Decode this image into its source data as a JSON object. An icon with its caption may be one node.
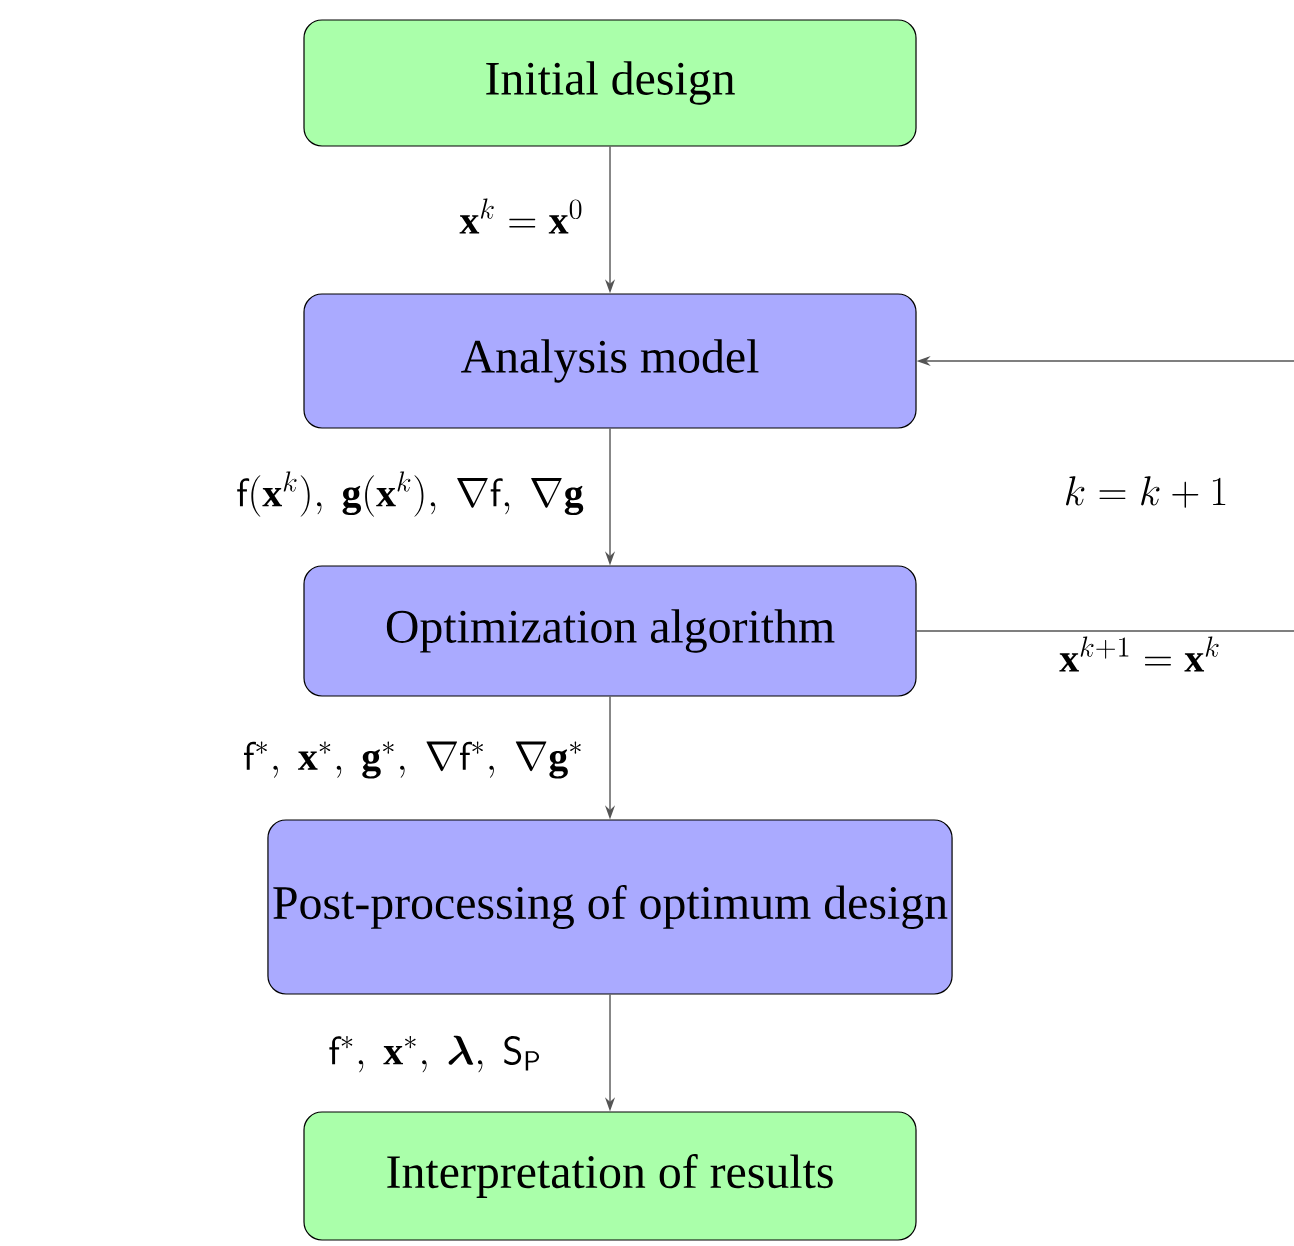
{
  "diagram": {
    "nodes": [
      {
        "text": [
          "Initial design"
        ]
      },
      {
        "text": [
          "Analysis model"
        ]
      },
      {
        "text": [
          "Optimization algorithm"
        ]
      },
      {
        "text": [
          "Post-processing of optimum design"
        ]
      },
      {
        "text": [
          "Interpretation of results"
        ]
      }
    ],
    "edges": [
      {
        "from": 0,
        "to": 1,
        "arrow": "to",
        "label": "\\mathbf{x}^k = \\mathbf{x}^0"
      },
      {
        "from": 1,
        "to": 2,
        "arrow": "to",
        "label": "\\mathsf{f}(\\mathbf{x}^k),\\ \\mathbf{g}(\\mathbf{x}^k),\\ \\nabla\\mathsf{f},\\ \\nabla\\mathbf{g}"
      },
      {
        "from": 2,
        "to": 3,
        "arrow": "to",
        "label": "\\mathsf{f}^*,\\ \\mathbf{x}^*,\\ \\mathbf{g}^*,\\ \\nabla\\mathsf{f}^*,\\ \\nabla\\mathbf{g}^*"
      },
      {
        "from": 3,
        "to": 4,
        "arrow": "to",
        "label": "\\mathsf{f}^*,\\ \\mathbf{x}^*,\\ \\boldsymbol{\\lambda},\\ \\mathsf{S}_\\mathsf{P}"
      },
      {
        "from": 2,
        "to": 1,
        "arrow": "to",
        "label": "\\mathbf{x}^{k+1} = \\mathbf{x}^k"
      }
    ],
    "labels": [
      "k = k + 1"
    ]
  }
}
